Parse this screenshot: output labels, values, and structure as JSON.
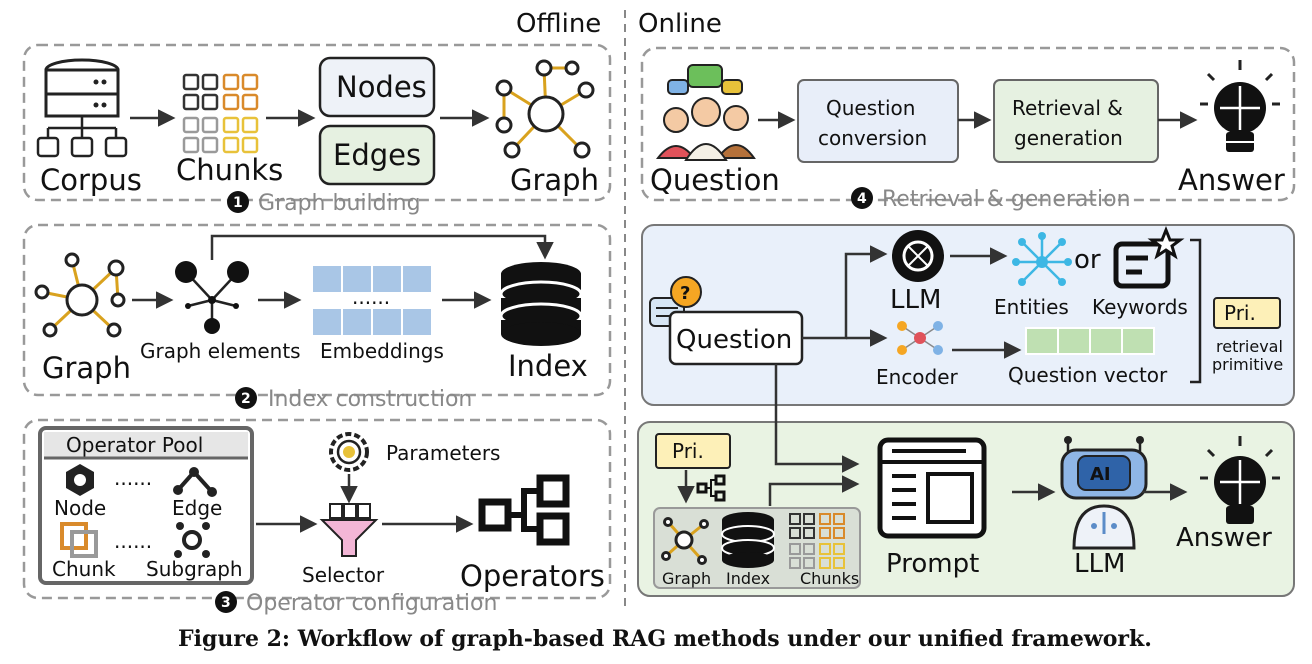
{
  "headers": {
    "offline": "Offline",
    "online": "Online"
  },
  "stage1": {
    "step_number": "1",
    "title": "Graph building",
    "corpus": "Corpus",
    "chunks": "Chunks",
    "nodes": "Nodes",
    "edges": "Edges",
    "graph": "Graph"
  },
  "stage2": {
    "step_number": "2",
    "title": "Index construction",
    "graph": "Graph",
    "graph_elements": "Graph elements",
    "embeddings": "Embeddings",
    "dots": "......",
    "index": "Index"
  },
  "stage3": {
    "step_number": "3",
    "title": "Operator configuration",
    "pool_title": "Operator Pool",
    "node": "Node",
    "edge": "Edge",
    "chunk": "Chunk",
    "subgraph": "Subgraph",
    "dots": "......",
    "parameters": "Parameters",
    "selector": "Selector",
    "operators": "Operators"
  },
  "stage4": {
    "step_number": "4",
    "title": "Retrieval & generation",
    "question": "Question",
    "question_conversion_line1": "Question",
    "question_conversion_line2": "conversion",
    "retrieval_line1": "Retrieval &",
    "retrieval_line2": "generation",
    "answer": "Answer"
  },
  "conversion_panel": {
    "question": "Question",
    "llm": "LLM",
    "encoder": "Encoder",
    "entities": "Entities",
    "or": "or",
    "keywords": "Keywords",
    "question_vector": "Question vector",
    "pri": "Pri.",
    "primitive_line1": "retrieval",
    "primitive_line2": "primitive"
  },
  "generation_panel": {
    "pri": "Pri.",
    "graph": "Graph",
    "index": "Index",
    "chunks": "Chunks",
    "prompt": "Prompt",
    "llm": "LLM",
    "ai": "AI",
    "answer": "Answer"
  },
  "caption": "Figure 2: Workflow of graph-based RAG methods under our unified framework.",
  "colors": {
    "chunk_dark": "#333333",
    "chunk_orange": "#d98a2b",
    "chunk_gray": "#9a9a9a",
    "chunk_yellow": "#e8c23a",
    "node_box_fill": "#eef2f8",
    "conversion_fill": "#e8eef9",
    "retrieval_fill": "#e6f1e1",
    "panel_blue": "#e9f0fa",
    "panel_green": "#e9f3e3",
    "pri_fill": "#fdf0b8",
    "embed_blue": "#a9c6e6",
    "qvec_green": "#bfe0b2",
    "graph_edge": "#d9a21e"
  },
  "icons": [
    "database-icon",
    "chunks-grid-icon",
    "graph-icon",
    "graph-elements-icon",
    "embeddings-icon",
    "index-database-icon",
    "gear-icon",
    "funnel-icon",
    "operators-icon",
    "people-icon",
    "lightbulb-icon",
    "openai-icon",
    "entities-icon",
    "keywords-icon",
    "encoder-icon",
    "speech-bubble-icon",
    "prompt-window-icon",
    "robot-icon",
    "flow-small-icon"
  ]
}
